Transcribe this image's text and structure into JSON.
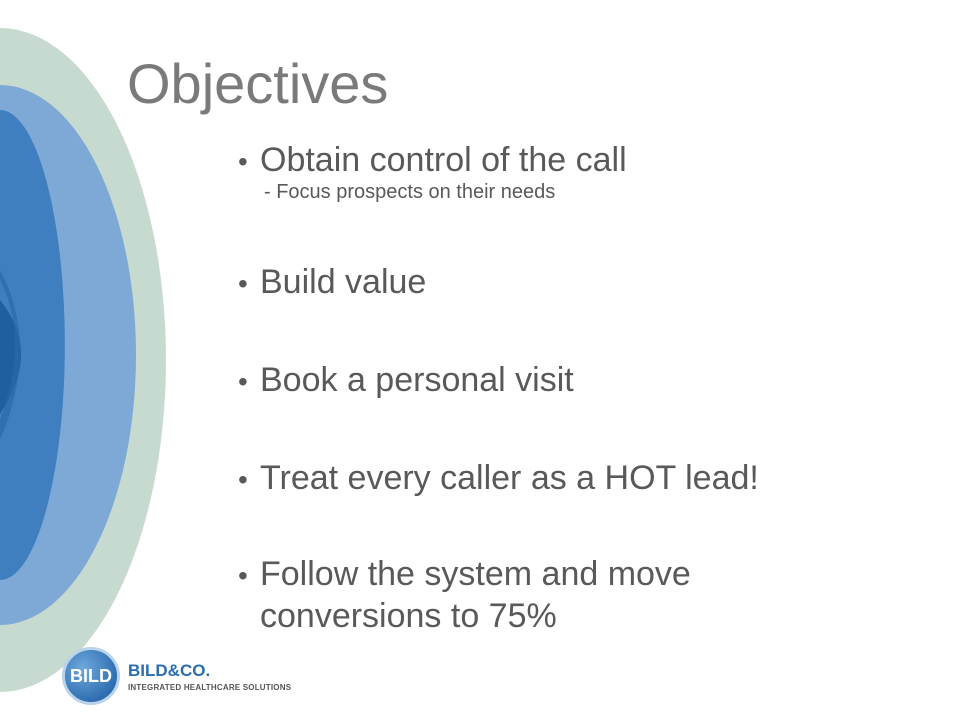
{
  "slide": {
    "title": "Objectives",
    "bullets": [
      {
        "text": "Obtain control of the call",
        "sub": "- Focus prospects on their needs"
      },
      {
        "text": "Build value"
      },
      {
        "text": "Book a personal visit"
      },
      {
        "text": "Treat every caller as a HOT lead!"
      },
      {
        "text": "Follow the system and move",
        "continuation": "conversions to 75%"
      }
    ],
    "bullet_glyph": "•"
  },
  "logo": {
    "monogram": "BILD",
    "brand": "BILD&CO.",
    "tagline": "INTEGRATED HEALTHCARE SOLUTIONS"
  },
  "colors": {
    "title": "#7a7a7a",
    "body_text": "#595959",
    "outer_arc": "#c7dad0",
    "blue_light": "#7ea9d6",
    "blue_mid": "#3f7fc0",
    "blue_dark": "#1f5f9f",
    "brand_blue": "#2a6db0"
  }
}
